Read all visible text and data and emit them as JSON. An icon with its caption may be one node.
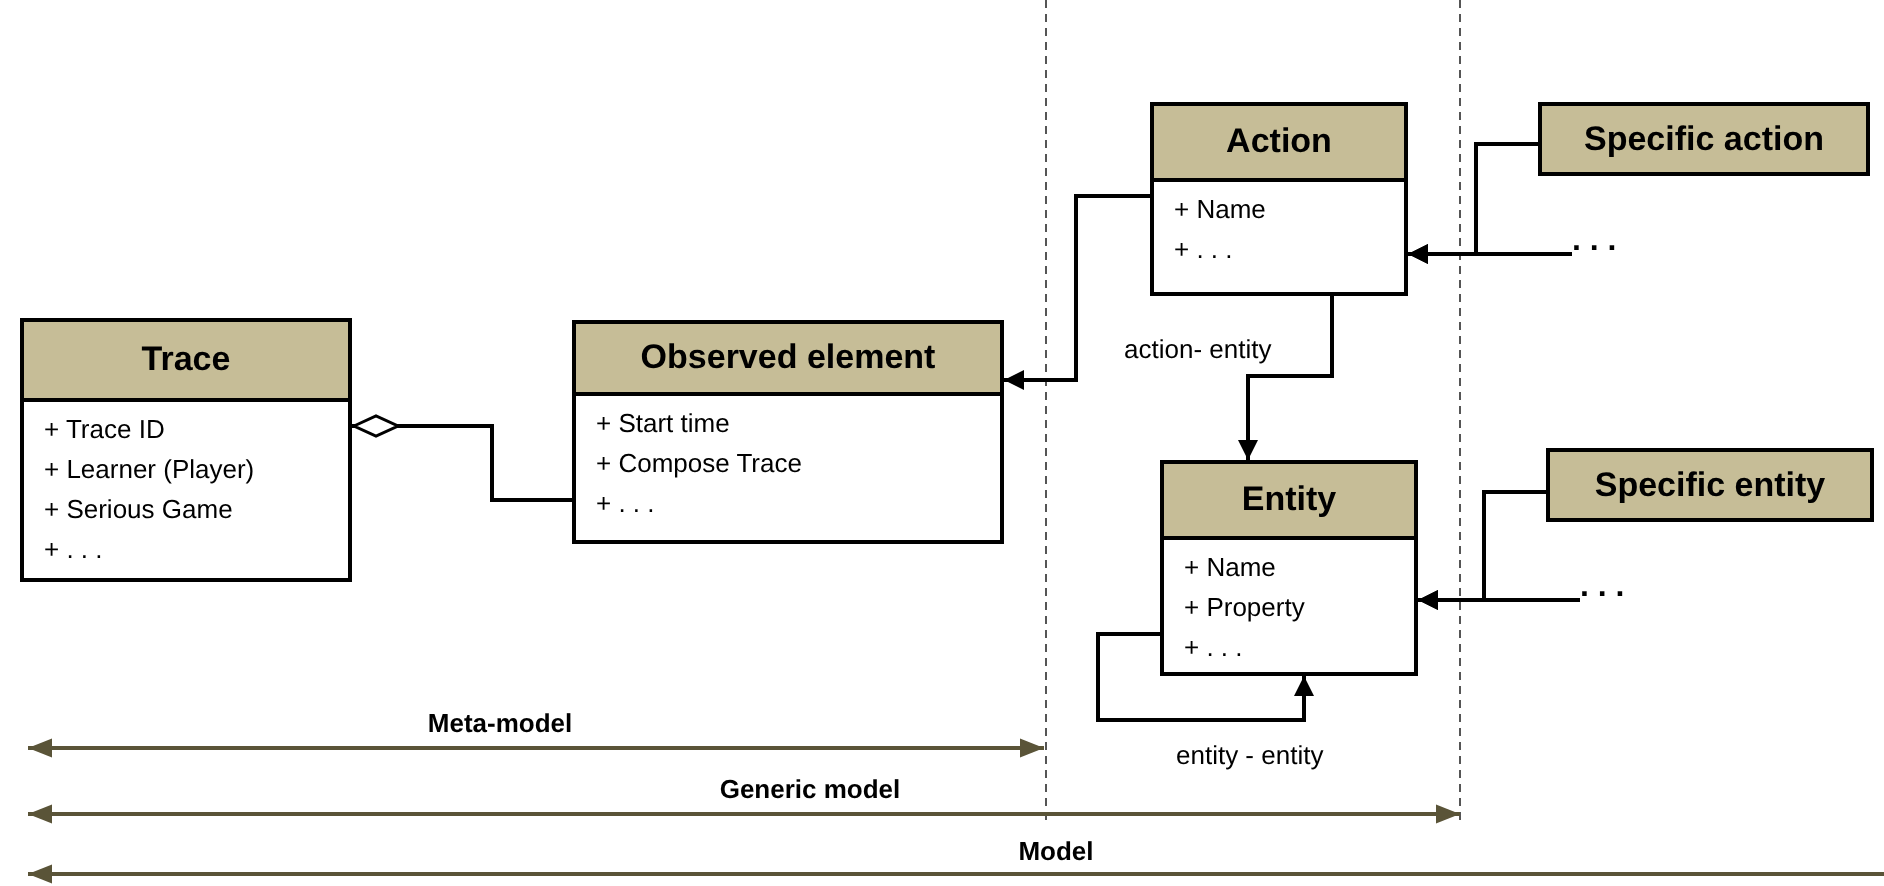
{
  "diagram": {
    "nodes": [
      {
        "text": [
          "Trace",
          "+ Trace ID",
          "+ Learner (Player)",
          "+ Serious Game",
          "+ . . ."
        ]
      },
      {
        "text": [
          "Observed element",
          "+ Start time",
          "+ Compose Trace",
          "+ . . ."
        ]
      },
      {
        "text": [
          "Action",
          "+ Name",
          "+ . . ."
        ]
      },
      {
        "text": [
          "Specific action"
        ]
      },
      {
        "text": [
          ". . ."
        ]
      },
      {
        "text": [
          "Entity",
          "+ Name",
          "+ Property",
          "+ . . ."
        ]
      },
      {
        "text": [
          "Specific entity"
        ]
      },
      {
        "text": [
          ". . ."
        ]
      }
    ],
    "edges": [
      {
        "from": 0,
        "to": 1,
        "arrow": "other"
      },
      {
        "from": 2,
        "to": 1,
        "arrow": "to"
      },
      {
        "from": 2,
        "to": 5,
        "arrow": "to",
        "label": "action- entity"
      },
      {
        "from": 5,
        "to": 5,
        "arrow": "to",
        "label": "entity - entity"
      },
      {
        "from": 3,
        "to": 2,
        "arrow": "to"
      },
      {
        "from": 4,
        "to": 2,
        "arrow": "to"
      },
      {
        "from": 6,
        "to": 5,
        "arrow": "to"
      },
      {
        "from": 7,
        "to": 5,
        "arrow": "to"
      }
    ],
    "labels": [
      "Meta-model",
      "Generic model",
      "Model"
    ]
  }
}
